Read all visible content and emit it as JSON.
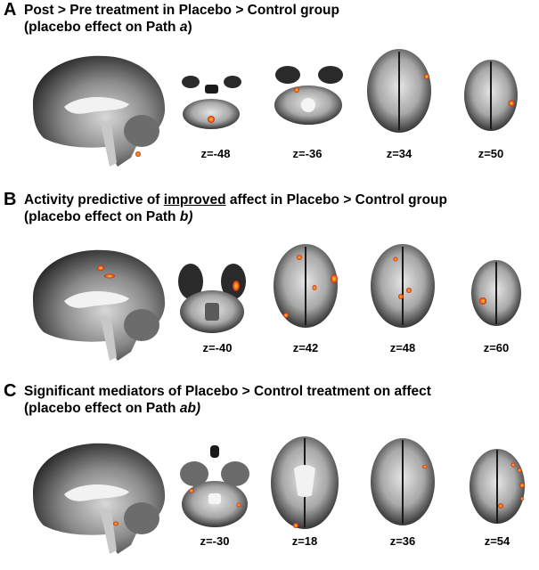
{
  "panels": [
    {
      "letter": "A",
      "title_line1": "Post > Pre treatment in Placebo > Control group",
      "title_line2_pre": "(placebo effect on Path ",
      "title_line2_ital": "a",
      "title_line2_post": ")",
      "z_labels": [
        "z=-48",
        "z=-36",
        "z=34",
        "z=50"
      ]
    },
    {
      "letter": "B",
      "title_line1_pre": "Activity predictive of ",
      "title_line1_underlined": "improved",
      "title_line1_post": " affect in Placebo > Control group",
      "title_line2_pre": "(placebo effect on Path ",
      "title_line2_ital": "b)",
      "z_labels": [
        "z=-40",
        "z=42",
        "z=48",
        "z=60"
      ]
    },
    {
      "letter": "C",
      "title_line1": "Significant mediators of Placebo > Control treatment on affect",
      "title_line2_pre": "(placebo effect on Path ",
      "title_line2_ital": "ab)",
      "z_labels": [
        "z=-30",
        "z=18",
        "z=36",
        "z=54"
      ]
    }
  ],
  "colors": {
    "activation": "#e0301e",
    "activation_core": "#ffd21a",
    "brain_dark": "#1a1a1a",
    "brain_light": "#bdbdbd"
  }
}
